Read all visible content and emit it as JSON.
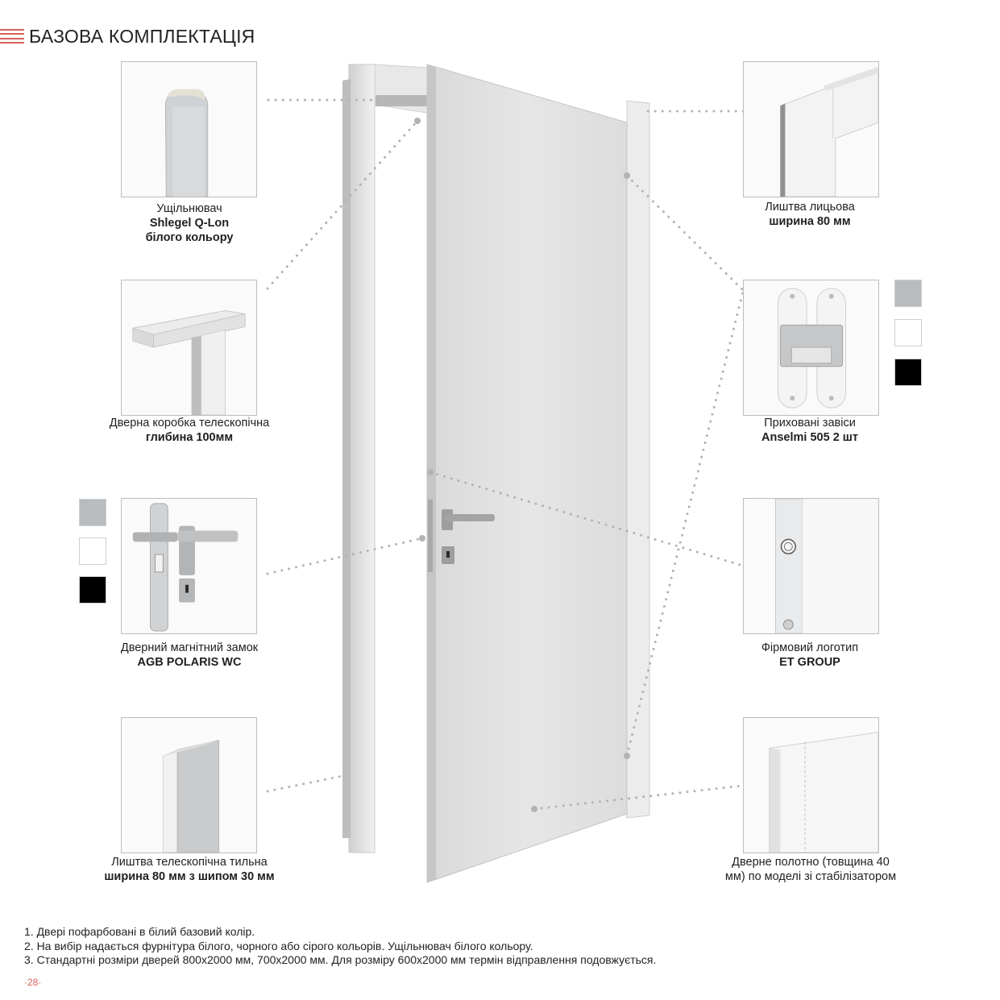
{
  "header": {
    "title": "БАЗОВА КОМПЛЕКТАЦІЯ",
    "accent_color": "#d7605a"
  },
  "components": {
    "seal": {
      "line1": "Ущільнювач",
      "line2": "Shlegel Q-Lon",
      "line3": "білого кольору"
    },
    "frame": {
      "line1": "Дверна коробка телескопічна",
      "line2": "глибина 100мм"
    },
    "lock": {
      "line1": "Дверний магнітний замок",
      "line2": "AGB POLARIS WC"
    },
    "back_trim": {
      "line1": "Лиштва телескопічна тильна",
      "line2": "ширина 80 мм з шипом 30 мм"
    },
    "face_trim": {
      "line1": "Лиштва лицьова",
      "line2": "ширина 80 мм"
    },
    "hinges": {
      "line1": "Приховані завіси",
      "line2": "Anselmi 505 2 шт"
    },
    "logo": {
      "line1": "Фірмовий логотип",
      "line2": "ET GROUP"
    },
    "door_leaf": {
      "line1": "Дверне полотно (товщина 40",
      "line2": "мм) по моделі зі стабілізатором"
    }
  },
  "swatch_colors": [
    "#b9bcbf",
    "#ffffff",
    "#000000"
  ],
  "notes": [
    "1. Двері пофарбовані в білий базовий колір.",
    "2. На вибір надається фурнітура білого, чорного або сірого кольорів. Ущільнювач білого кольору.",
    "3. Стандартні розміри дверей 800х2000 мм, 700х2000 мм. Для розміру 600х2000 мм термін відправлення подовжується."
  ],
  "page_number": "·28·"
}
